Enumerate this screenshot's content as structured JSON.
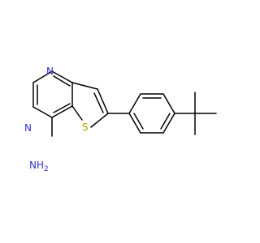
{
  "molecule": {
    "atoms": {
      "n1": {
        "symbol": "N",
        "color": "#3333cc"
      },
      "n3": {
        "symbol": "N",
        "color": "#3333cc"
      },
      "s": {
        "symbol": "S",
        "color": "#b2a700"
      },
      "nh2": {
        "symbol": "NH",
        "subscript": "2",
        "color": "#3333cc"
      }
    }
  },
  "colors": {
    "bond": "#000000",
    "background": "#ffffff"
  }
}
